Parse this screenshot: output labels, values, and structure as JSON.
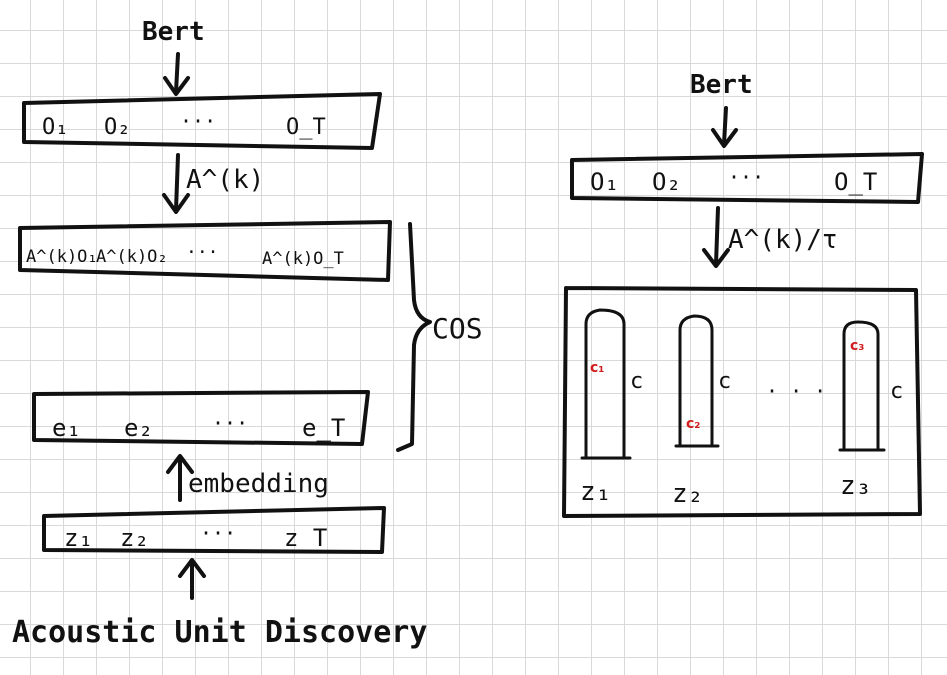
{
  "left": {
    "bert_label": "Bert",
    "o_seq": [
      "O₁",
      "O₂",
      "···",
      "O_T"
    ],
    "transform_label": "A^(k)",
    "ao_seq": [
      "A^(k)O₁",
      "A^(k)O₂",
      "···",
      "A^(k)O_T"
    ],
    "cos_label": "COS",
    "e_seq": [
      "e₁",
      "e₂",
      "···",
      "e_T"
    ],
    "embedding_label": "embedding",
    "z_seq": [
      "z₁",
      "z₂",
      "···",
      "z_T"
    ],
    "source_label": "Acoustic Unit Discovery"
  },
  "right": {
    "bert_label": "Bert",
    "o_seq": [
      "O₁",
      "O₂",
      "···",
      "O_T"
    ],
    "transform_label": "A^(k)/τ",
    "columns": [
      {
        "label": "z₁",
        "size_label": "c",
        "highlight": "c₁"
      },
      {
        "label": "z₂",
        "size_label": "c",
        "highlight": "c₂"
      },
      {
        "label": "z₃",
        "size_label": "c",
        "highlight": "c₃"
      }
    ],
    "ellipsis": "· · ·"
  },
  "colors": {
    "ink": "#111111",
    "highlight": "#d01c1c",
    "grid": "#d9d9d9"
  }
}
